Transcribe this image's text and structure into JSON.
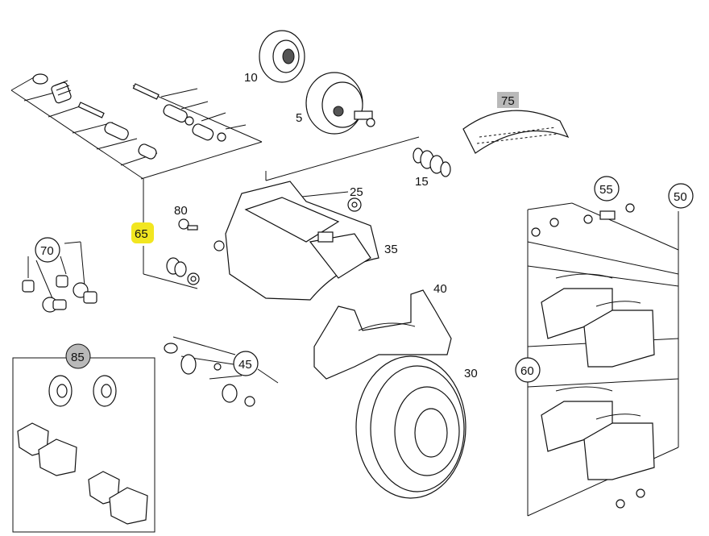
{
  "labels": {
    "p10": "10",
    "p5": "5",
    "p15": "15",
    "p25": "25",
    "p35": "35",
    "p40": "40",
    "p30": "30",
    "p45": "45",
    "p60": "60",
    "p50": "50",
    "p55": "55",
    "p75": "75",
    "p80": "80",
    "p65": "65",
    "p70": "70",
    "p85": "85"
  },
  "colors": {
    "highlight": "#f2e620",
    "grey_badge": "#b9b9b9",
    "line": "#111111"
  }
}
